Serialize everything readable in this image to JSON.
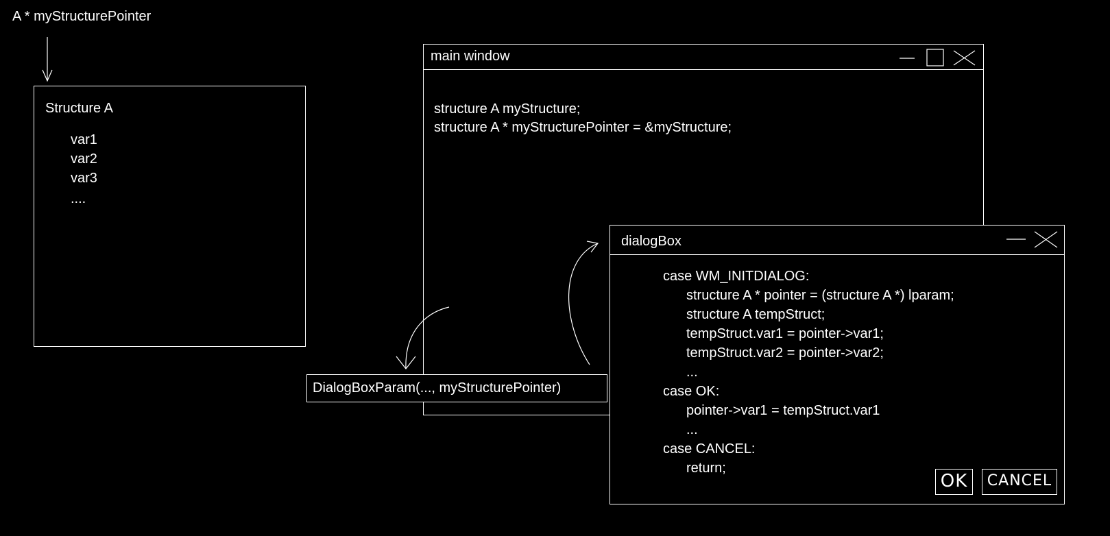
{
  "pointer_label": "A * myStructurePointer",
  "structure_box": {
    "title": "Structure A",
    "vars": [
      "var1",
      "var2",
      "var3",
      "...."
    ]
  },
  "main_window": {
    "title": "main window",
    "code": [
      "structure A myStructure;",
      "structure A * myStructurePointer = &myStructure;"
    ]
  },
  "call_box": {
    "text": "DialogBoxParam(..., myStructurePointer)"
  },
  "dialog_box": {
    "title": "dialogBox",
    "code": [
      "case WM_INITDIALOG:",
      "structure A * pointer = (structure A *) lparam;",
      "structure A tempStruct;",
      "tempStruct.var1 = pointer->var1;",
      "tempStruct.var2 = pointer->var2;",
      "...",
      "case OK:",
      "pointer->var1 = tempStruct.var1",
      "...",
      "case CANCEL:",
      "return;"
    ],
    "ok_label": "OK",
    "cancel_label": "CANCEL"
  },
  "colors": {
    "background": "#000000",
    "foreground": "#ffffff"
  }
}
